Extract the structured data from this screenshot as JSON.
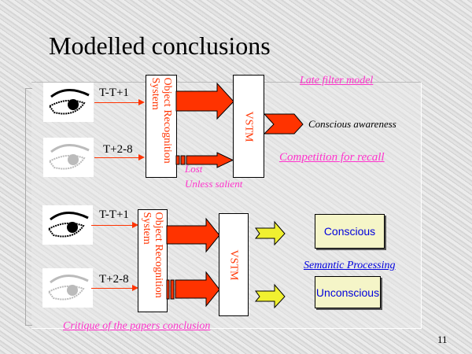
{
  "title": "Modelled conclusions",
  "top": {
    "label1": "T-T+1",
    "label2": "T+2-8",
    "ors": "Object Recognition System",
    "vstm": "VSTM",
    "lost": "Lost",
    "unless": "Unless salient",
    "output": "Conscious awareness",
    "model": "Late filter model",
    "competition": "Competition for recall"
  },
  "bottom": {
    "label1": "T-T+1",
    "label2": "T+2-8",
    "ors": "Object Recognition System",
    "vstm": "VSTM",
    "conscious": "Conscious",
    "unconscious": "Unconscious",
    "semantic": "Semantic Processing",
    "critique": "Critique of the papers conclusion"
  },
  "page_number": "11",
  "colors": {
    "arrow": "#ff3300",
    "pink": "#ff33cc",
    "blue": "#0000dd",
    "yellow": "#f0f030"
  }
}
